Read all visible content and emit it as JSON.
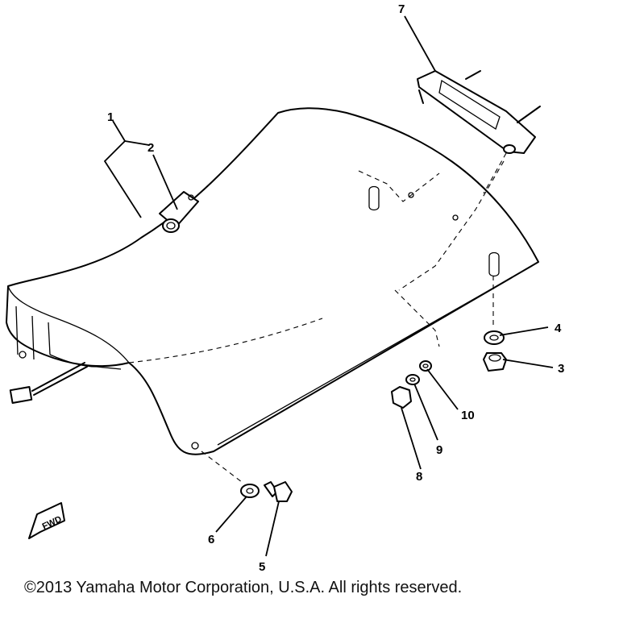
{
  "diagram": {
    "part_callouts": [
      "1",
      "2",
      "3",
      "4",
      "5",
      "6",
      "7",
      "8",
      "9",
      "10"
    ],
    "fwd_label": "FWD"
  },
  "footer": {
    "copyright": "©2013 Yamaha Motor Corporation, U.S.A. All rights reserved."
  }
}
